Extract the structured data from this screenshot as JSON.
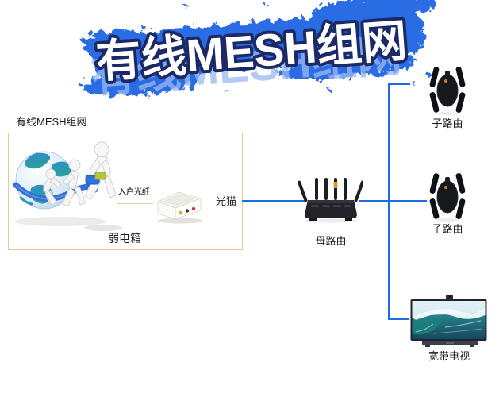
{
  "title": "有线MESH组网",
  "section_label": "有线MESH组网",
  "weak_box": {
    "caption": "弱电箱",
    "fiber_label": "入户光纤",
    "modem_label": "光猫"
  },
  "mother_router": {
    "label": "母路由"
  },
  "child_routers": [
    {
      "label": "子路由"
    },
    {
      "label": "子路由"
    }
  ],
  "tv": {
    "label": "宽带电视"
  },
  "colors": {
    "splatter_blue": "#2b6ce4",
    "title_fill": "#ffffff",
    "title_outline": "#1b2a66",
    "connection_line": "#1e6be6",
    "box_border": "#e9c693",
    "fiber_line": "#e6d39b"
  }
}
